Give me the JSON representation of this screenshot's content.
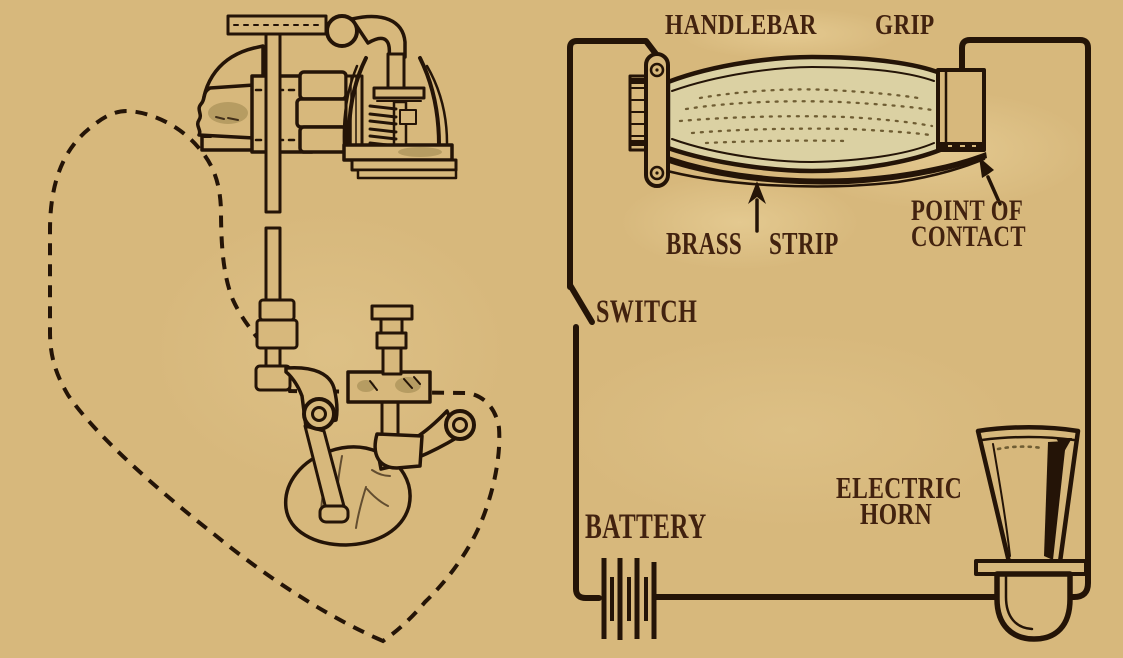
{
  "colors": {
    "background": "#d7b87c",
    "ink": "#241407",
    "label_ink": "#42220f",
    "grip_fill": "#dbd1a3"
  },
  "diagram": {
    "labels": {
      "handlebar": "HANDLEBAR",
      "grip": "GRIP",
      "brass": "BRASS",
      "strip": "STRIP",
      "point_of": "POINT OF",
      "contact": "CONTACT",
      "switch": "SWITCH",
      "battery": "BATTERY",
      "electric": "ELECTRIC",
      "horn": "HORN"
    }
  }
}
